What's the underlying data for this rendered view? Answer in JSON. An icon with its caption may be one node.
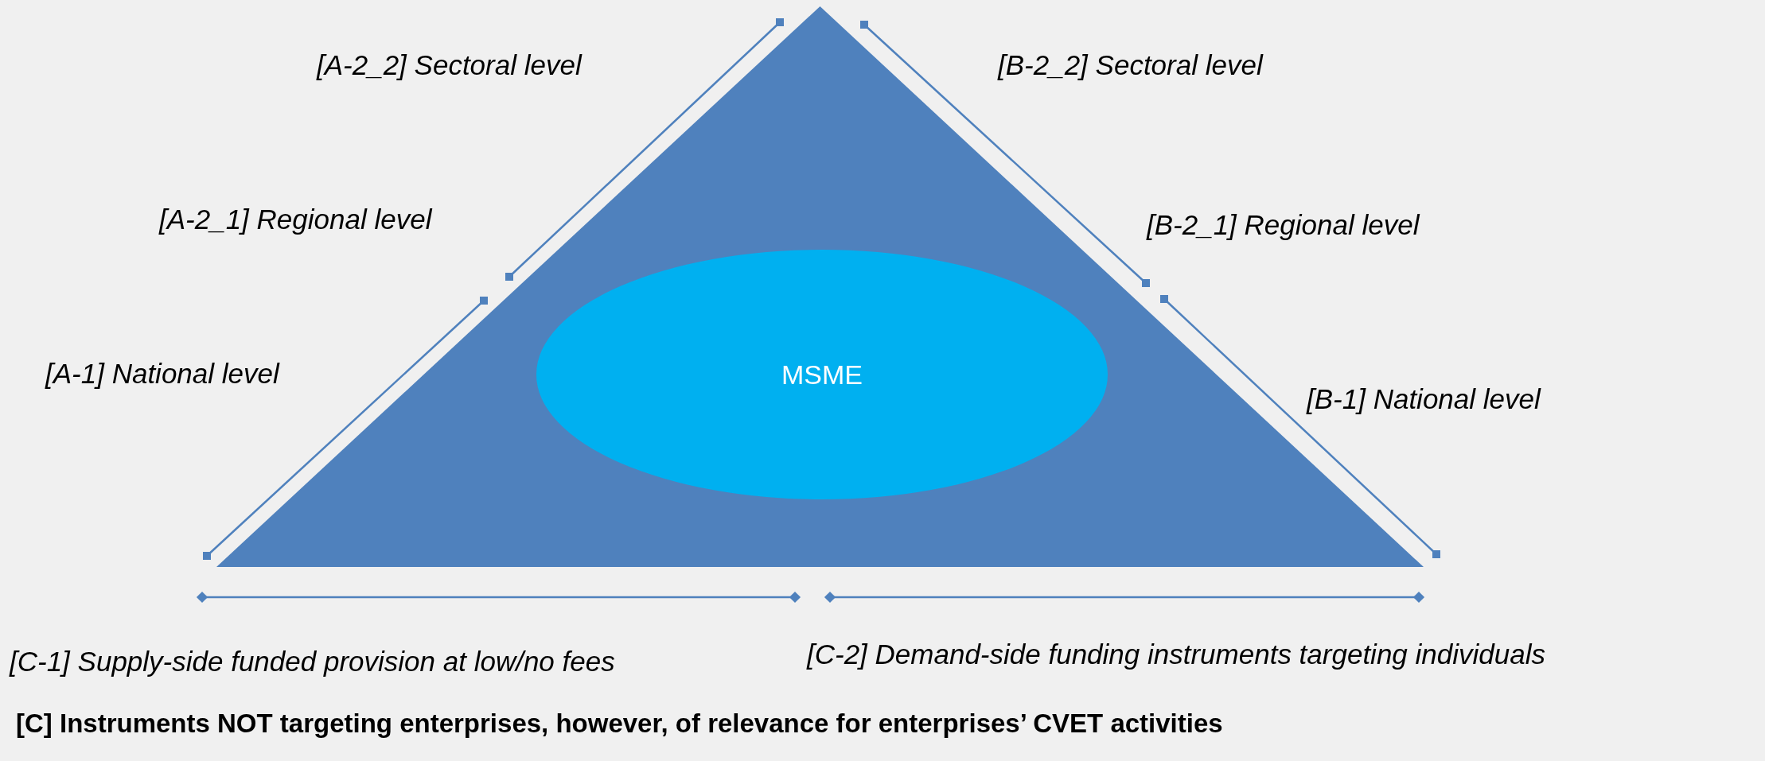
{
  "diagram": {
    "nodes": [
      {
        "text": [],
        "shape": "triangle"
      },
      {
        "text": [
          "MSME"
        ],
        "in": 0
      }
    ],
    "labels": [
      "[A-2_2] Sectoral level",
      "[B-2_2] Sectoral level",
      "[A-2_1] Regional level",
      "[B-2_1] Regional level",
      "[A-1] National level",
      "[B-1] National level",
      "[C-1] Supply-side funded provision at low/no fees",
      "[C-2] Demand-side funding instruments targeting individuals",
      "[C] Instruments NOT targeting enterprises, however, of relevance for enterprises’ CVET activities"
    ]
  }
}
